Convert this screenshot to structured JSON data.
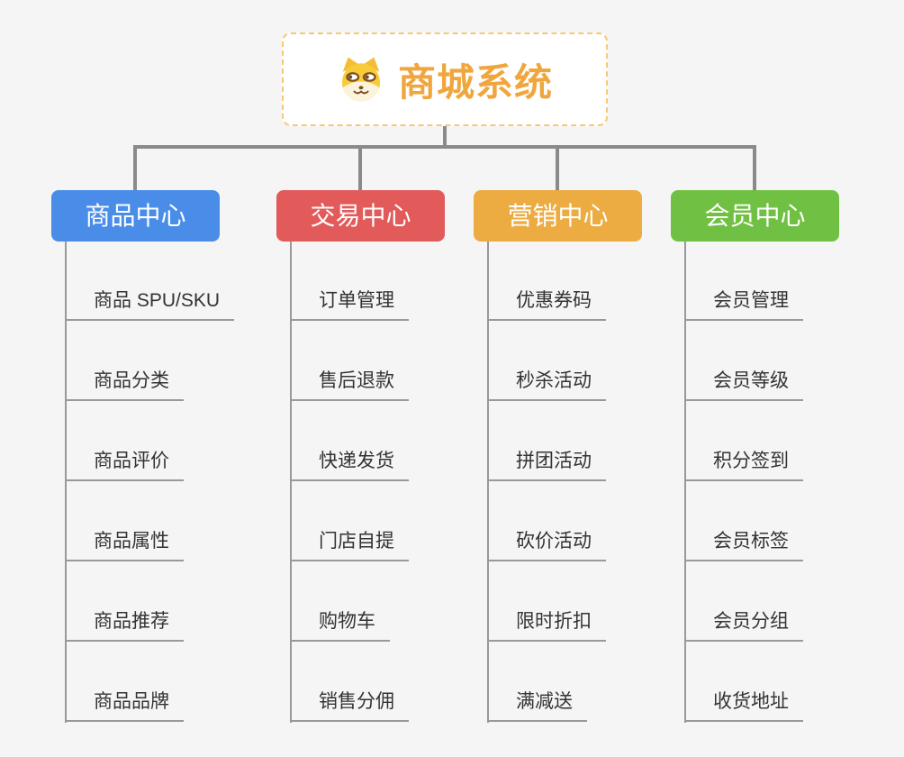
{
  "root": {
    "title": "商城系统",
    "icon": "dog-face-icon",
    "title_color": "#F0A63E",
    "box_border_color": "#F6C878",
    "box_background": "#FFFFFF"
  },
  "connector_color": "#8A8A8A",
  "child_line_color": "#999999",
  "background_color": "#F5F5F5",
  "branches": [
    {
      "label": "商品中心",
      "color": "#4A8DE9",
      "children": [
        "商品 SPU/SKU",
        "商品分类",
        "商品评价",
        "商品属性",
        "商品推荐",
        "商品品牌"
      ]
    },
    {
      "label": "交易中心",
      "color": "#E25A5A",
      "children": [
        "订单管理",
        "售后退款",
        "快递发货",
        "门店自提",
        "购物车",
        "销售分佣"
      ]
    },
    {
      "label": "营销中心",
      "color": "#ECAC41",
      "children": [
        "优惠券码",
        "秒杀活动",
        "拼团活动",
        "砍价活动",
        "限时折扣",
        "满减送"
      ]
    },
    {
      "label": "会员中心",
      "color": "#70C043",
      "children": [
        "会员管理",
        "会员等级",
        "积分签到",
        "会员标签",
        "会员分组",
        "收货地址"
      ]
    }
  ]
}
